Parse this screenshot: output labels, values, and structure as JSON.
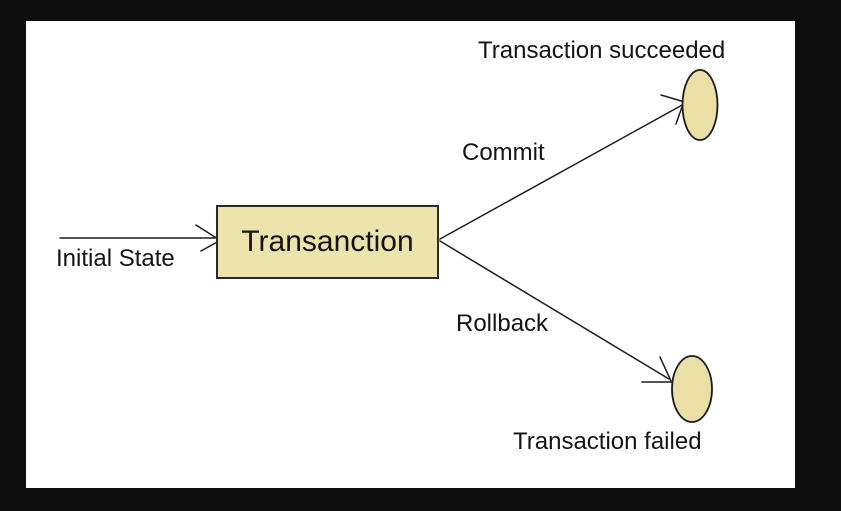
{
  "frame": {
    "background": "#0e0e0e",
    "canvas_background": "#ffffff"
  },
  "diagram": {
    "type": "state-diagram",
    "nodes": {
      "transaction": {
        "label": "Transanction",
        "shape": "rectangle",
        "fill": "#ede3ad"
      },
      "succeeded": {
        "label": "Transaction succeeded",
        "shape": "ellipse",
        "fill": "#eadfa5"
      },
      "failed": {
        "label": "Transaction failed",
        "shape": "ellipse",
        "fill": "#eadfa5"
      }
    },
    "edges": {
      "initial": {
        "label": "Initial State",
        "to": "transaction"
      },
      "commit": {
        "label": "Commit",
        "from": "transaction",
        "to": "succeeded"
      },
      "rollback": {
        "label": "Rollback",
        "from": "transaction",
        "to": "failed"
      }
    },
    "colors": {
      "stroke": "#1c1c1c",
      "text": "#141414"
    }
  }
}
